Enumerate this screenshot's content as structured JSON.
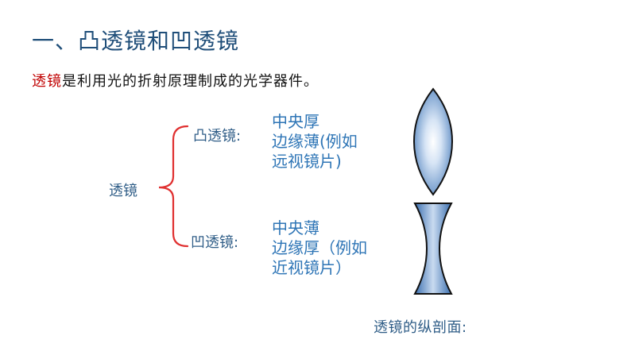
{
  "title": "一、凸透镜和凹透镜",
  "definition": {
    "keyword": "透镜",
    "rest": "是利用光的折射原理制成的光学器件。"
  },
  "tree": {
    "root": "透镜",
    "convex": {
      "label": "凸透镜:",
      "lines": [
        "中央厚",
        "边缘薄(例如",
        "远视镜片)"
      ]
    },
    "concave": {
      "label": "凹透镜:",
      "lines": [
        "中央薄",
        "边缘厚（例如",
        "近视镜片）"
      ]
    }
  },
  "caption": "透镜的纵剖面:",
  "colors": {
    "title": "#1F4E79",
    "keyword": "#C00000",
    "brace": "#E03030",
    "label": "#2F5D87",
    "description": "#2E75B6",
    "lens_fill": "#4F81BD"
  }
}
